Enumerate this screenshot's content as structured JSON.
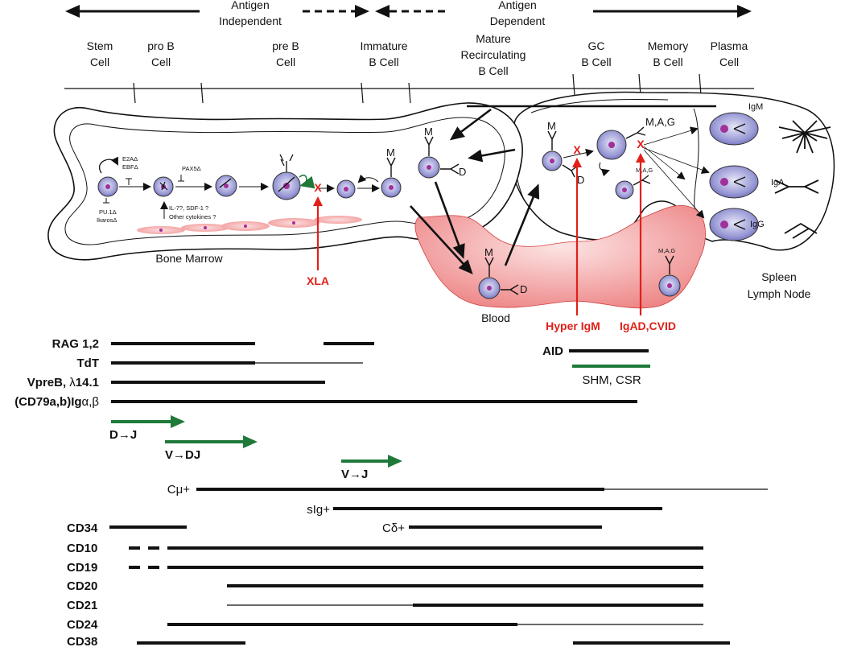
{
  "phases": {
    "independent": [
      "Antigen",
      "Independent"
    ],
    "dependent": [
      "Antigen",
      "Dependent"
    ]
  },
  "stages": [
    {
      "lines": [
        "Stem",
        "Cell"
      ]
    },
    {
      "lines": [
        "pro B",
        "Cell"
      ]
    },
    {
      "lines": [
        "pre B",
        "Cell"
      ]
    },
    {
      "lines": [
        "Immature",
        "B Cell"
      ]
    },
    {
      "lines": [
        "Mature",
        "Recirculating",
        "B Cell"
      ]
    },
    {
      "lines": [
        "GC",
        "B Cell"
      ]
    },
    {
      "lines": [
        "Memory",
        "B Cell"
      ]
    },
    {
      "lines": [
        "Plasma",
        "Cell"
      ]
    }
  ],
  "regions": {
    "bone_marrow": "Bone Marrow",
    "blood": "Blood",
    "spleen": [
      "Spleen",
      "Lymph Node"
    ]
  },
  "notes": {
    "e2a": "E2AΔ",
    "ebf": "EBFΔ",
    "pu1": "PU.1Δ",
    "ikaros": "IkarosΔ",
    "pax5": "PAX5Δ",
    "il7": "IL-7?, SDF-1 ?",
    "cytokines": "Other cytokines ?"
  },
  "ig_labels": {
    "m": "M",
    "d": "D",
    "mag": "M,A,G",
    "igm": "IgM",
    "iga": "IgA",
    "igg": "IgG",
    "x": "X"
  },
  "diseases": {
    "xla": "XLA",
    "hyper_igm": "Hyper IgM",
    "igad_cvid": "IgAD,CVID"
  },
  "genes": {
    "rag": "RAG 1,2",
    "tdt": "TdT",
    "vpreb_pre": "VpreB, ",
    "vpreb_lambda": "λ",
    "vpreb_post": "14.1",
    "cd79_pre": "(CD79a,b)Ig",
    "cd79_ab": "α,β",
    "aid": "AID",
    "shm_csr": "SHM, CSR"
  },
  "recombination": {
    "dj": "D→J",
    "vdj": "V→DJ",
    "vj": "V→J"
  },
  "markers": {
    "cmu_c": "C",
    "cmu_sub": "μ+",
    "sig": "sIg+",
    "cdelta_c": "C",
    "cdelta_sub": "δ+",
    "cd34": "CD34",
    "cd10": "CD10",
    "cd19": "CD19",
    "cd20": "CD20",
    "cd21": "CD21",
    "cd24": "CD24",
    "cd38": "CD38"
  },
  "colors": {
    "cell_fill": "#8c8cd0",
    "nucleus": "#a0309a",
    "tissue_pink": "#f19a9a",
    "disease_red": "#e0201a",
    "arrow_green": "#1f7a3a",
    "line": "#111111"
  }
}
